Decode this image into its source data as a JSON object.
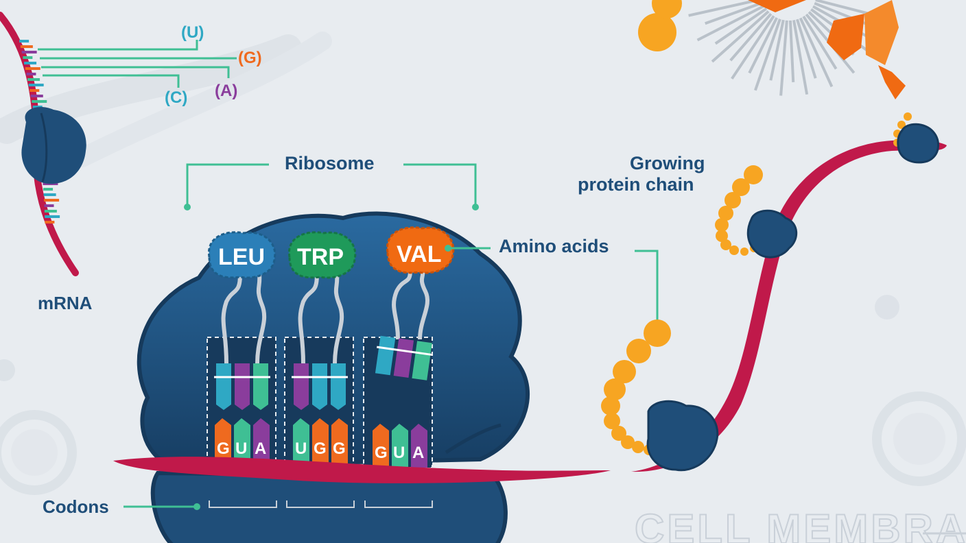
{
  "labels": {
    "ribosome": "Ribosome",
    "amino_acids": "Amino acids",
    "growing_chain_line1": "Growing",
    "growing_chain_line2": "protein chain",
    "mrna": "mRNA",
    "codons": "Codons",
    "cell_membrane": "CELL MEMBRANE"
  },
  "nucleotides": {
    "u": "(U)",
    "g": "(G)",
    "c": "(C)",
    "a": "(A)"
  },
  "trna": [
    {
      "amino_acid": "LEU",
      "codon": [
        "G",
        "U",
        "A"
      ]
    },
    {
      "amino_acid": "TRP",
      "codon": [
        "U",
        "G",
        "G"
      ]
    },
    {
      "amino_acid": "VAL",
      "codon": [
        "G",
        "U",
        "A"
      ]
    }
  ],
  "colors": {
    "background": "#e8ecf0",
    "ribosome": "#1f4e79",
    "mrna_strand": "#c0194a",
    "label_text": "#1f4e79",
    "callout_line": "#3fbf94",
    "u": "#2fa8c4",
    "g": "#ef6a1f",
    "c": "#2fa8c4",
    "a": "#8a3d9c",
    "leu": "#2b7fb8",
    "trp": "#1f9a5a",
    "val": "#f06a12",
    "amino_bead": "#f7a522"
  }
}
